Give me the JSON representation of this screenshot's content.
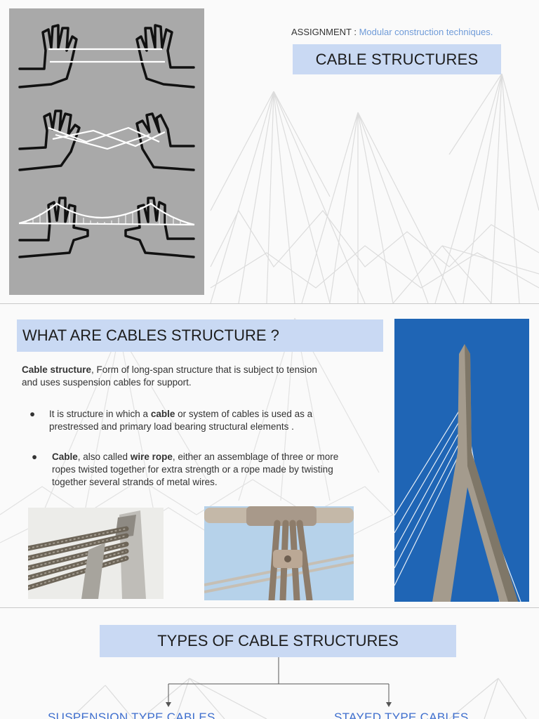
{
  "slide1": {
    "assignment_prefix": "ASSIGNMENT : ",
    "assignment_topic": "Modular construction techniques.",
    "title": "CABLE STRUCTURES"
  },
  "slide2": {
    "heading": "WHAT ARE CABLES STRUCTURE ?",
    "intro_term": "Cable structure",
    "intro_rest": ", Form of long-span structure that is subject to tension and uses suspension cables for support.",
    "bullets": [
      {
        "marker": "●",
        "pre": "It  is structure in which a ",
        "bold1": "cable",
        "post": " or system of cables is used as a prestressed and primary load bearing structural elements ."
      },
      {
        "marker": "●",
        "bold1": "Cable",
        "mid": ", also called ",
        "bold2": "wire rope",
        "post": ", either an assemblage of three or more ropes twisted together for extra strength or a rope  made by twisting together several strands of metal wires."
      }
    ]
  },
  "slide3": {
    "heading": "TYPES OF CABLE STRUCTURES",
    "types": [
      "SUSPENSION TYPE CABLES",
      "STAYED TYPE CABLES"
    ]
  },
  "colors": {
    "accent_box": "#c9d9f3",
    "link_blue": "#6f9bd8",
    "type_blue": "#3f6fce"
  }
}
